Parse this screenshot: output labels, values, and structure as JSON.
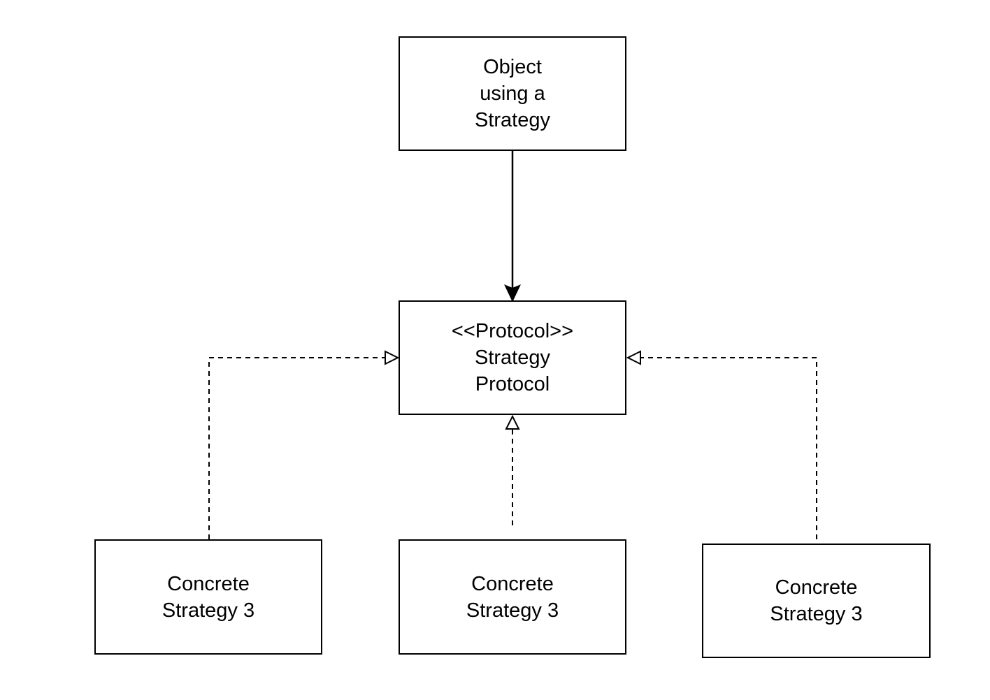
{
  "diagram": {
    "nodes": {
      "context": {
        "lines": [
          "Object",
          "using a",
          "Strategy"
        ]
      },
      "protocol": {
        "lines": [
          "<<Protocol>>",
          "Strategy",
          "Protocol"
        ]
      },
      "concrete_left": {
        "lines": [
          "Concrete",
          "Strategy 3"
        ]
      },
      "concrete_middle": {
        "lines": [
          "Concrete",
          "Strategy 3"
        ]
      },
      "concrete_right": {
        "lines": [
          "Concrete",
          "Strategy 3"
        ]
      }
    },
    "edges": [
      {
        "from": "context",
        "to": "protocol",
        "style": "solid",
        "arrowhead": "filled"
      },
      {
        "from": "concrete_left",
        "to": "protocol",
        "style": "dashed",
        "arrowhead": "hollow-triangle"
      },
      {
        "from": "concrete_middle",
        "to": "protocol",
        "style": "dashed",
        "arrowhead": "hollow-triangle"
      },
      {
        "from": "concrete_right",
        "to": "protocol",
        "style": "dashed",
        "arrowhead": "hollow-triangle"
      }
    ],
    "colors": {
      "stroke": "#000000",
      "background": "#ffffff",
      "text": "#000000"
    }
  }
}
